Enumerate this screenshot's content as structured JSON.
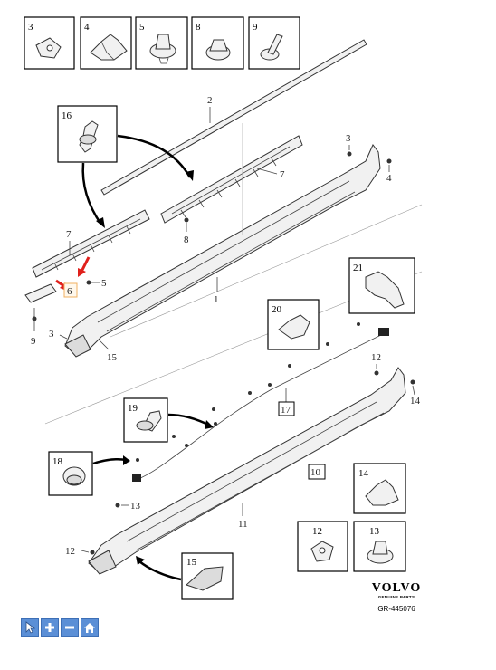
{
  "callouts": {
    "n1": "1",
    "n2": "2",
    "n3a": "3",
    "n3b": "3",
    "n4": "4",
    "n5": "5",
    "n6": "6",
    "n7a": "7",
    "n7b": "7",
    "n8": "8",
    "n9": "9",
    "n10": "10",
    "n11": "11",
    "n12a": "12",
    "n12b": "12",
    "n13": "13",
    "n14": "14",
    "n15": "15",
    "n17": "17"
  },
  "boxes": {
    "b3": "3",
    "b4": "4",
    "b5": "5",
    "b8": "8",
    "b9": "9",
    "b16": "16",
    "b21": "21",
    "b20": "20",
    "b19": "19",
    "b18": "18",
    "b14": "14",
    "b12": "12",
    "b13": "13",
    "b15": "15"
  },
  "brand": {
    "logo": "VOLVO",
    "sub": "GENUINE PARTS",
    "code": "GR-445076"
  },
  "toolbar": {
    "select_icon": "cursor-arrow-icon",
    "zoom_in_icon": "plus-icon",
    "zoom_out_icon": "minus-icon",
    "home_icon": "home-icon"
  },
  "colors": {
    "highlight_arrow": "#e0201b",
    "highlight_box": "#f0b060",
    "toolbar_button": "#5b8fd6"
  }
}
